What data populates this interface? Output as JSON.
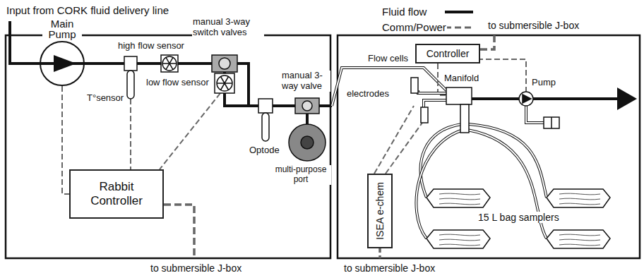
{
  "diagram": {
    "nodes": [
      {
        "text": [
          "Main Pump"
        ]
      },
      {
        "text": [
          "Rabbit Controller"
        ]
      },
      {
        "text": [
          "Controller"
        ]
      },
      {
        "text": [
          "ISEA e-chem"
        ]
      }
    ],
    "edges": [
      {
        "from": 0,
        "to": 1,
        "arrow": "none"
      }
    ],
    "labels": [
      "Input from CORK fluid delivery line",
      "high flow sensor",
      "manual 3-way switch valves",
      "T°sensor",
      "low flow sensor",
      "manual 3-way valve",
      "Optode",
      "multi-purpose port",
      "to submersible J-box",
      "to submersible J-box",
      "Flow cells",
      "electrodes",
      "Manifold",
      "Pump",
      "15 L bag samplers",
      "to submersible J-box"
    ],
    "legend": [
      {
        "text": "Fluid flow"
      },
      {
        "text": "Comm/Power"
      }
    ]
  }
}
